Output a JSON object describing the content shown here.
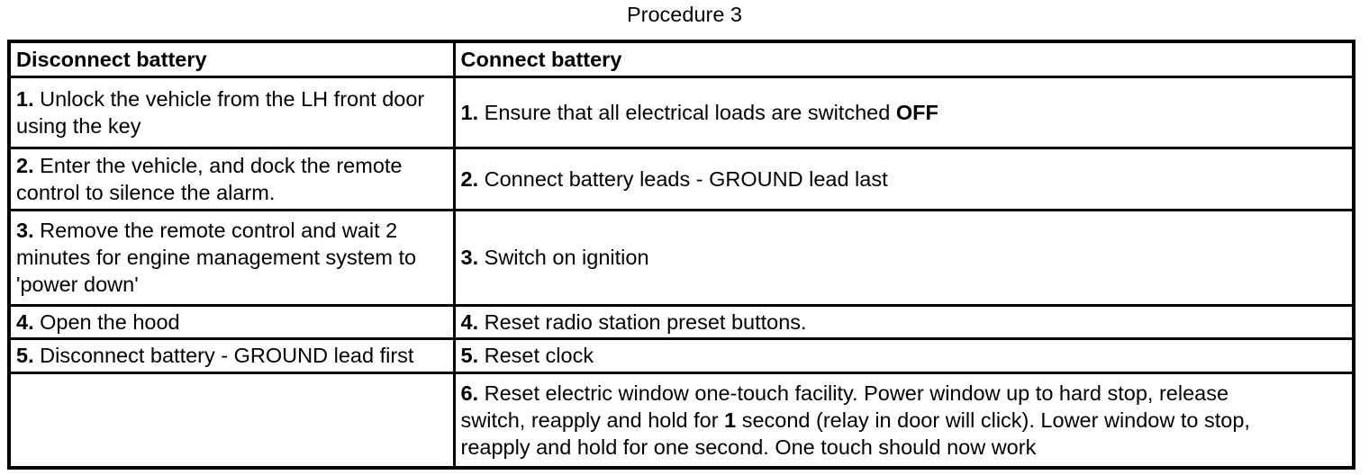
{
  "title": "Procedure 3",
  "colors": {
    "ink": "#000000",
    "paper": "#ffffff"
  },
  "table": {
    "headers": {
      "disconnect": "Disconnect battery",
      "connect": "Connect battery"
    },
    "rows": [
      {
        "left": {
          "num": "1.",
          "text": " Unlock the vehicle from the LH front door using the key"
        },
        "right": {
          "num": "1.",
          "text": " Ensure that all electrical loads are switched ",
          "bold": "OFF"
        }
      },
      {
        "left": {
          "num": "2.",
          "text": " Enter the vehicle, and dock the remote control to silence the alarm."
        },
        "right": {
          "num": "2.",
          "text": " Connect battery leads - GROUND lead last"
        }
      },
      {
        "left": {
          "num": "3.",
          "text": " Remove the remote control and wait 2 minutes for engine management system to 'power down'"
        },
        "right": {
          "num": "3.",
          "text": " Switch on ignition"
        }
      },
      {
        "left": {
          "num": "4.",
          "text": " Open the hood"
        },
        "right": {
          "num": "4.",
          "text": " Reset radio station preset buttons."
        }
      },
      {
        "left": {
          "num": "5.",
          "text": " Disconnect battery - GROUND lead first"
        },
        "right": {
          "num": "5.",
          "text": " Reset clock"
        }
      },
      {
        "left": {},
        "right": {
          "num": "6.",
          "text": " Reset electric window one-touch facility. Power window up to hard stop, release switch, reapply and hold for ",
          "bold": "1",
          "text2": " second (relay in door will click). Lower window to stop, reapply and hold for one second. One touch should now work"
        }
      }
    ]
  }
}
